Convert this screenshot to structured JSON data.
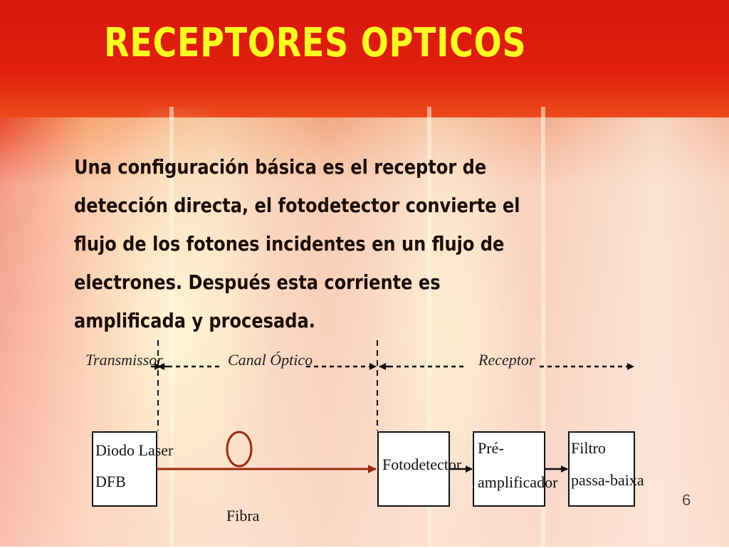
{
  "slide": {
    "title": "RECEPTORES OPTICOS",
    "paragraph_lines": [
      "Una configuración básica es el receptor de",
      "detección directa, el fotodetector convierte el",
      "flujo de los fotones incidentes en un flujo de",
      "electrones. Después esta corriente es",
      "amplificada y procesada."
    ],
    "page_number": "6"
  },
  "diagram": {
    "sections": {
      "transmitter": "Transmissor",
      "channel": "Canal Óptico",
      "receiver": "Receptor"
    },
    "blocks": {
      "laser_line1": "Diodo Laser",
      "laser_line2": "DFB",
      "photodetector": "Fotodetector",
      "preamp_line1": "Pré-",
      "preamp_line2": "amplificador",
      "filter_line1": "Filtro",
      "filter_line2": "passa-baixa"
    },
    "fiber_label": "Fibra",
    "colors": {
      "fiber_line": "#9b2a10",
      "title": "#ffff22",
      "top_band": "#d8170c"
    }
  }
}
